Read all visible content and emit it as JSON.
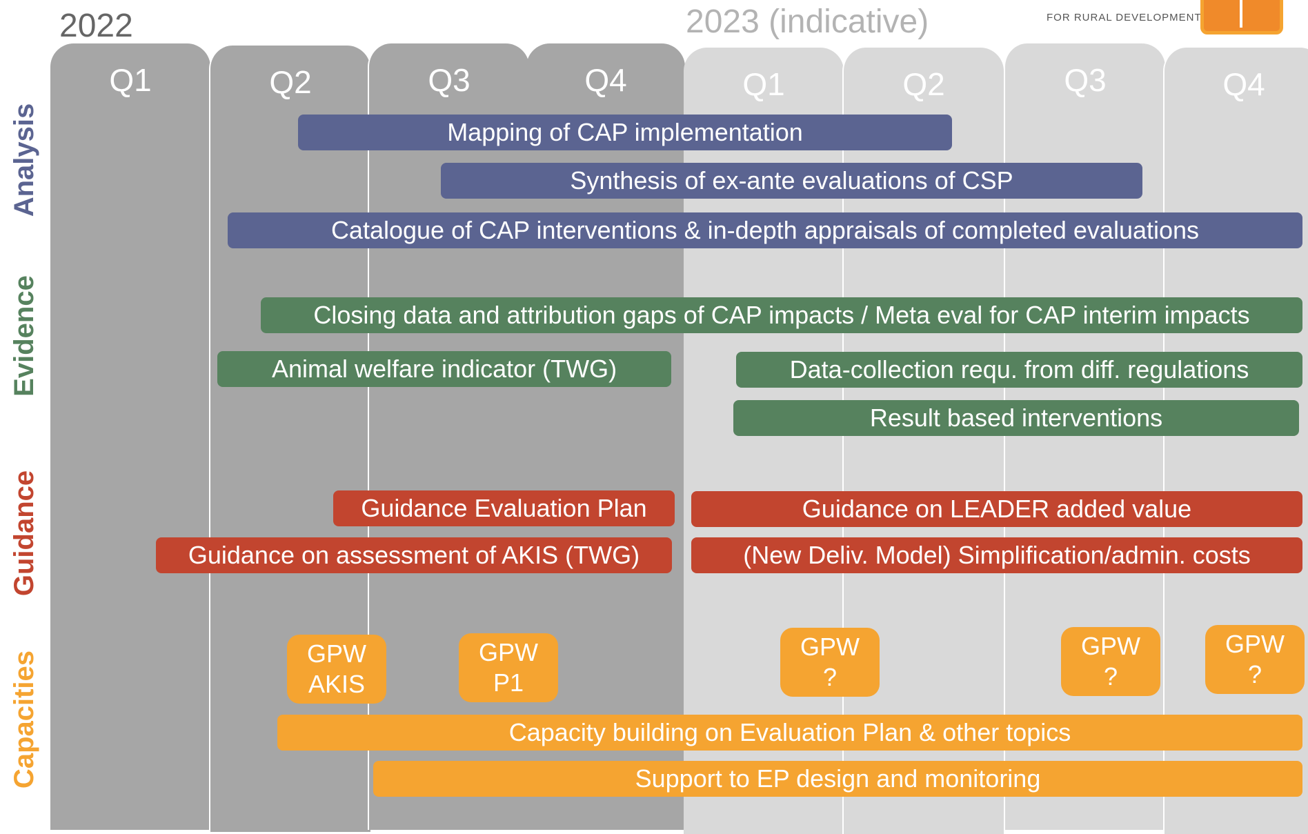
{
  "header": {
    "year_2022": "2022",
    "year_2023": "2023 (indicative)",
    "logo_tagline": "FOR RURAL DEVELOPMENT"
  },
  "quarters_2022": [
    "Q1",
    "Q2",
    "Q3",
    "Q4"
  ],
  "quarters_2023": [
    "Q1",
    "Q2",
    "Q3",
    "Q4"
  ],
  "categories": {
    "analysis": "Analysis",
    "evidence": "Evidence",
    "guidance": "Guidance",
    "capacities": "Capacities"
  },
  "analysis_bars": {
    "mapping": "Mapping of CAP implementation",
    "synthesis": "Synthesis of ex-ante evaluations of CSP",
    "catalogue": "Catalogue of CAP interventions &  in-depth appraisals of completed evaluations"
  },
  "evidence_bars": {
    "closing_gaps": "Closing data and attribution gaps of CAP impacts / Meta eval for CAP interim impacts",
    "animal_welfare": "Animal welfare indicator (TWG)",
    "data_collection": "Data-collection requ. from diff. regulations",
    "result_based": "Result based interventions"
  },
  "guidance_bars": {
    "evaluation_plan": "Guidance Evaluation Plan",
    "leader": "Guidance on LEADER added value",
    "akis": "Guidance on assessment of AKIS (TWG)",
    "simplification": "(New Deliv. Model) Simplification/admin. costs"
  },
  "gpw": [
    {
      "line1": "GPW",
      "line2": "AKIS"
    },
    {
      "line1": "GPW",
      "line2": "P1"
    },
    {
      "line1": "GPW",
      "line2": "?"
    },
    {
      "line1": "GPW",
      "line2": "?"
    },
    {
      "line1": "GPW",
      "line2": "?"
    }
  ],
  "capacity_bars": {
    "capacity_building": "Capacity building on Evaluation Plan & other topics",
    "support_ep": "Support to EP design and monitoring"
  },
  "colors": {
    "analysis": "#5b6491",
    "evidence": "#56825e",
    "guidance": "#c2452f",
    "capacities": "#f5a431",
    "column_2022": "#a6a6a6",
    "column_2023": "#d9d9d9"
  }
}
